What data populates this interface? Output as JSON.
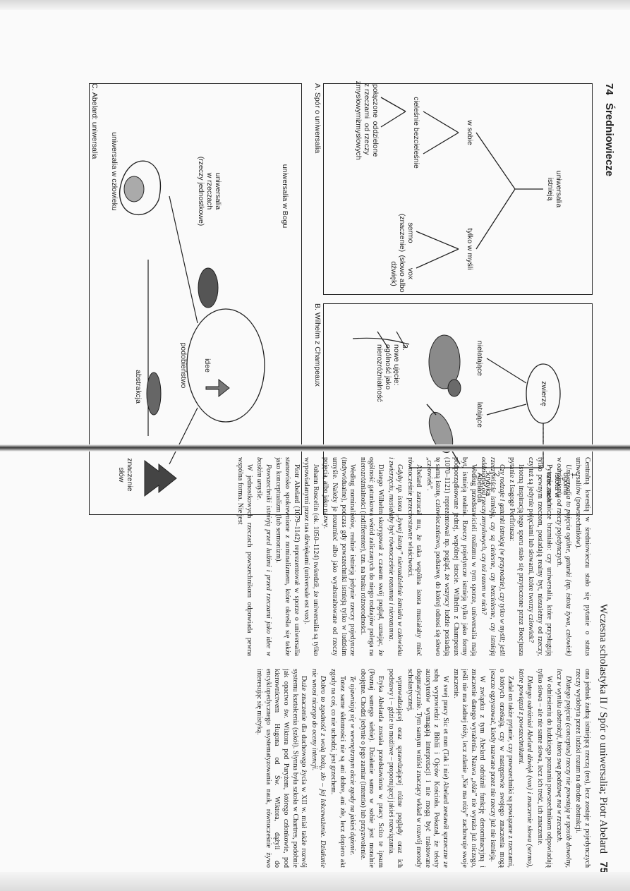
{
  "page_left": {
    "number": "74",
    "running_head": "Średniowiecze",
    "captions": {
      "a": "A. Spór o uniwersalia",
      "b": "B. Wilhelm z Champeaux",
      "c": "C. Abelard: uniwersalia"
    },
    "diagram_a": {
      "root": "uniwersalia\nistnieją",
      "left_branch": "w sobie",
      "right_branch": "tylko w myśli",
      "left_sub": "cieleśnie bezcieleśnie",
      "leaf_1": "połączone\nz rzeczami\nzmysłowymi",
      "leaf_2": "oddzielone\nod rzeczy\nzmysłowych",
      "leaf_3": "sermo\n(znaczenie)",
      "leaf_4": "vox\n(słowo albo\ndźwięk)"
    },
    "diagram_b": {
      "circle": "zwierzę",
      "non_flying": "niełatające",
      "flying": "latające",
      "note_1": "1.\nogólna\nistota w\nrzeczach",
      "note_2": "2.\nkrytyka\nAbelarda",
      "note_3": "3.\nnowe ujęcie:\nogólność jako\nnierozróżnialność"
    },
    "diagram_c": {
      "god": "uniwersalia w Bogu",
      "ideas": "idee",
      "similarity": "podobieństwo",
      "abstraction": "abstrakcja",
      "things": "uniwersalia\nw rzeczach\n(rzeczy jednostkowe)",
      "words": "znaczenie\nsłów",
      "human": "uniwersalia w człowieku"
    }
  },
  "page_right": {
    "number": "75",
    "running_head": "Wczesna scholastyka II / Spór o uniwersalia; Piotr Abelard",
    "col1": [
      "Centralną kwestią w średniowieczu stało się pytanie o status uniwersaliów (powszechników).",
      "Uniwersalia to pojęcia ogólne, gatunki (np. istota żywa, człowiek) w odróżnieniu od rzeczy pojedynczych.",
      "Pytanie zasadnicze brzmiało: czy uniwersalia, które przysługują tylko pewnym rzeczom, posiadają realny byt, niezależny od rzeczy, czy też są jedynie pojęciami lub słowami, które tworzy człowiek?",
      "Istotną inspiracją tego sporu stało się przytoczone przez Boecjusza pytanie z Isagoge Porfiriusza:",
      "Czy rodzaje i gatunki istnieją (w przyrodzie), czy tylko w myśli; jeśli rzeczywiście istnieją, czy są cielesne, czy bezcielesne, czy istnieją oddzielnie od rzeczy zmysłowych, czy też razem w nich?",
      "Według przedstawicieli realizmu w tym sporze, uniwersalia mają byt, istnieją realnie. Rzeczy pojedyncze istnieją tylko jako formy podporządkowane jednej, wspólnej istocie. Wilhelm z Champeaux (1070–1121) reprezentował np. pogląd, że wszyscy ludzie posiadają tę samą istotę, człowieczeństwo, podstawę, do której odnosi się słowo „człowiek”.",
      "Abelard zarzucał mu, że taka wspólna istota musiałaby mieć równocześnie przeciwstawne właściwości.",
      "Gdyby np. istota „żywej istoty” nierozdzielnie istniała w człowieku i zwierzęciu, musiałaby być równocześnie rozumna i nierozumna.",
      "Dlatego Wilhelm skorygował z czasem swój pogląd, uznając, że ogólność gatunkowa wśród zaliczanych do niego rodzajów polega na nierozróżnialności (indifferenter), tzn. na braku różnorodności.",
      "Według nominalistów, realnie istnieją jedynie rzeczy pojedyncze (indywidualne), podczas gdy powszechniki istnieją tylko w ludzkim umyśle. Należy je rozumieć albo jako wyabstrahowane od rzeczy pojęcia, albo jako nazwy.",
      "Johann Roscelin (ok. 1050–1124) twierdził, że uniwersalia są tylko wypowiadanymi przez nas dźwiękami (universale est vox).",
      "Piotr Abelard (1079–1142) reprezentował w sporze o uniwersalia stanowisko spokrewnione z nominalizmem, które określa się także jako konceptualizm (lub sermonizm).",
      "Powszechniki istnieją przed ludźmi i przed rzeczami jako idee w boskim umyśle.",
      "W jednostkowych rzeczach powszechnikom odpowiada pewna wspólna forma. Nie jest"
    ],
    "col2": [
      "ona jednak żadną istniejącą rzeczą (res), lecz zostaje z pojedynczych rzeczy wydobyta przez ludzki rozum na drodze abstrakcji.",
      "Dlatego pojęcia (conceptus) rzeczy nie powstają w sposób dowolny, lecz w wyniku abstrakcji, która swą podstawę ma w rzeczach.",
      "W odniesieniu do ludzkiego poznania powszechnikom odpowiadają tylko słowa – ale nie same słowa, lecz ich treść, ich znaczenie.",
      "Dlatego odróżniał Abelard dźwięk (vox) i znaczenie słowa (sermo), które powiązał z powszechnikami.",
      "Zadał on także pytanie, czy powszechniki są powiązane z rzeczami, o których orzekają, czy w następstwie swojego znaczenia mogą jeszcze egzystować, kiedy nazwane przez nie rzeczy już nie istnieją.",
      "W związku z tym Abelard odróżnił funkcję denominacyjną i znaczenie danego wyrażenia. Nazwa „róża” nie wyraża już niczego, jeśli nie ma żadnej róży, lecz zdanie „Nie ma róży” zachowuje swoje znaczenie.",
      "W swej pracy Sic et non (Tak i nie) Abelard zestawił sprzeczne ze sobą wypowiedzi z Biblii i Ojców Kościoła. Pokazał, że teksty autorytetów wymagają interpretacji i nie mogą być traktowane dogmatycznie. Tym samym wniósł znaczący wkład w rozwój metody scholastycznej,",
      "wprowadzającej oraz sprawdzającej różne poglądy oraz ich podstawy i – gdzie to możliwe – proponującej jakieś rozwiązania.",
      "Etyka Abelarda została przedstawiona w pracy Scito te ipsum (Poznaj samego siebie). Działanie samo w sobie jest moralnie obojętne. Chodzi jedynie o jego zamiar (intentio) lub przyzwolenie.",
      "Te ujawniają się w wewnętrznym akcie zgody na jakieś dążenie.",
      "Totez same skłonności nie są ani dobre, ani złe, lecz dopiero akt zgody na coś, co nie uchodzi, jest grzechem.",
      "Dobro to zgodność z wolą bożą, zło – jej lekceważenie. Działanie nie wnosi niczego do oceny intencji.",
      "Duże znaczenie dla duchowego życia w XII w. miał także rozwój systemu kształcenia (szkół). Słynna była szkoła w Chartres, podobnie jak opactwo św. Wiktora pod Paryżem, którego członkowie, pod kierownictwem Hugona od Św. Wiktora, dążyli do encyklopedycznego usystematyzowania nauk, równocześnie żywo interesując się mistyką."
    ]
  }
}
